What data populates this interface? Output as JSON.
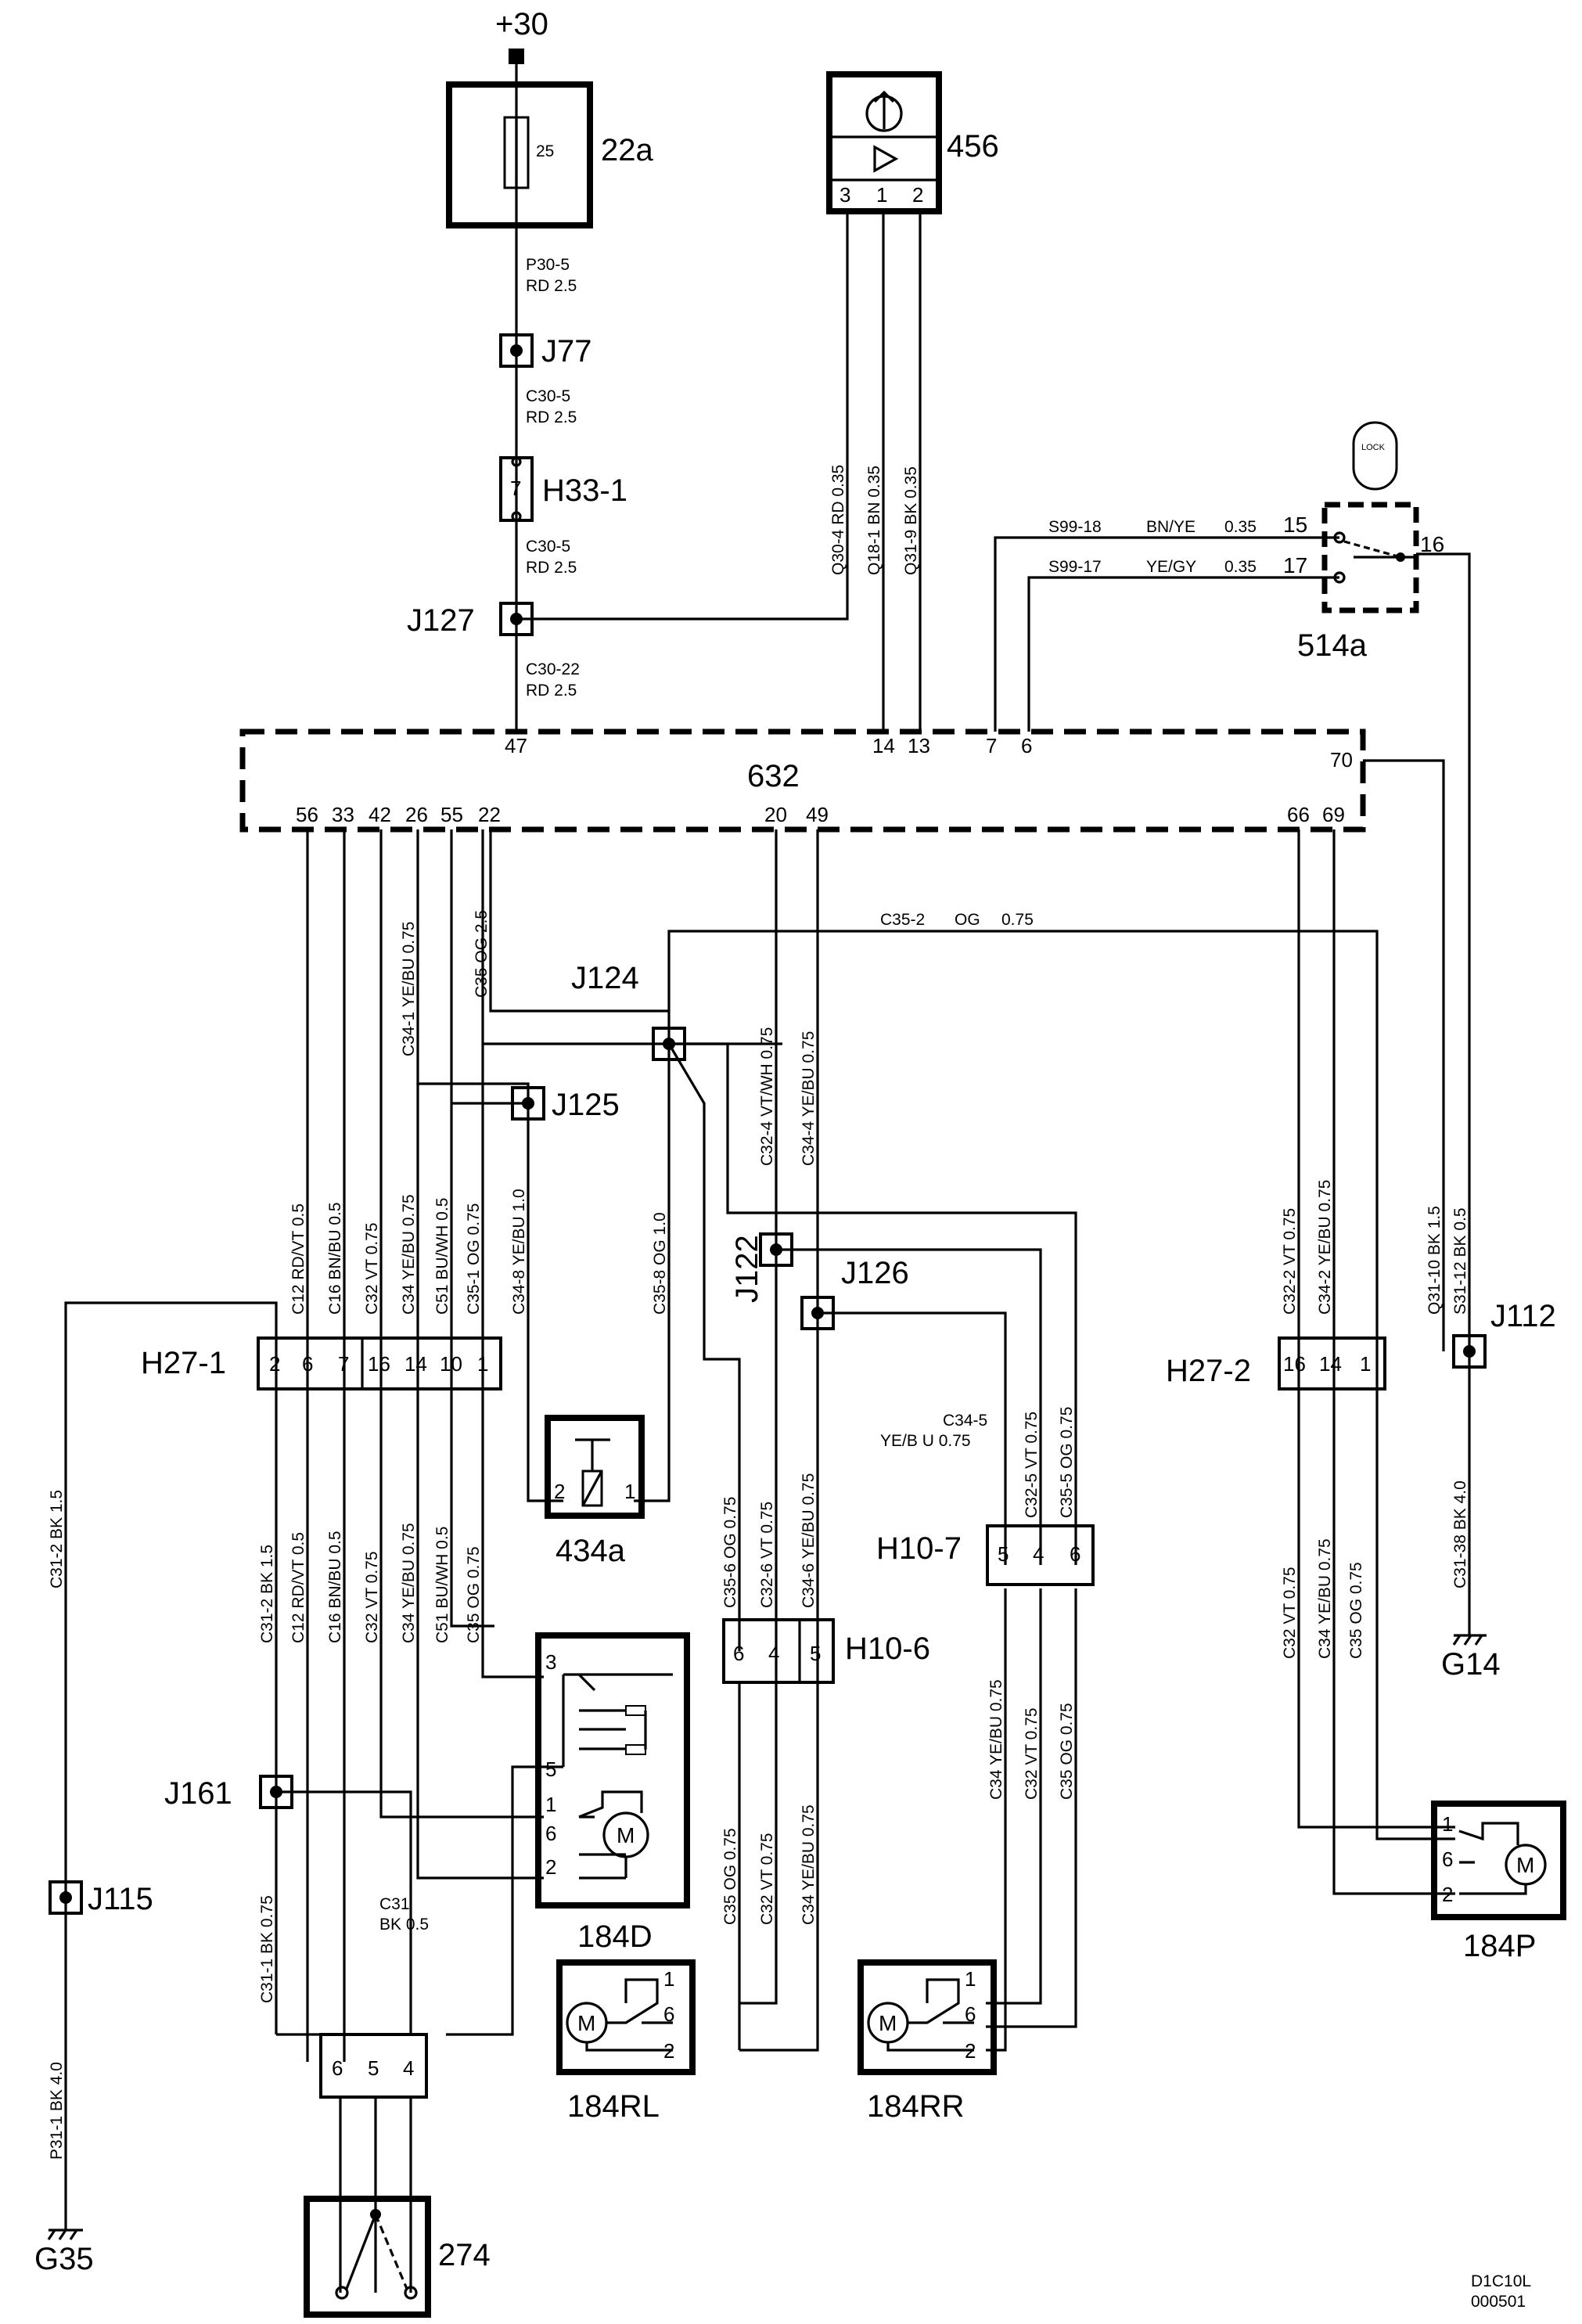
{
  "supply": "+30",
  "fuse": {
    "ref": "22a",
    "rating": "25"
  },
  "rain_sensor": {
    "ref": "456",
    "pins": [
      "3",
      "1",
      "2"
    ]
  },
  "lock_switch": {
    "ref": "514a",
    "icon_text": "LOCK",
    "pins": [
      "15",
      "17",
      "16"
    ]
  },
  "control_module": {
    "ref": "632",
    "top_pins": [
      "47",
      "14",
      "13",
      "7",
      "6",
      "70"
    ],
    "bottom_pins": [
      "56",
      "33",
      "42",
      "26",
      "55",
      "22",
      "20",
      "49",
      "66",
      "69"
    ]
  },
  "junctions": [
    "J77",
    "J127",
    "J124",
    "J125",
    "J122",
    "J126",
    "J112",
    "J161",
    "J115"
  ],
  "connectors": {
    "H33-1": [
      "7"
    ],
    "H27-1": [
      "2",
      "6",
      "7",
      "16",
      "14",
      "10",
      "1"
    ],
    "H27-2": [
      "16",
      "14",
      "1"
    ],
    "H10-7": [
      "5",
      "4",
      "6"
    ],
    "H10-6": [
      "6",
      "4",
      "5"
    ],
    "C274": [
      "6",
      "5",
      "4"
    ]
  },
  "components": {
    "c434a": {
      "ref": "434a",
      "pins": [
        "2",
        "1"
      ]
    },
    "c184D": {
      "ref": "184D",
      "pins": [
        "3",
        "5",
        "1",
        "6",
        "2"
      ],
      "motor": "M"
    },
    "c184P": {
      "ref": "184P",
      "pins": [
        "1",
        "6",
        "2"
      ],
      "motor": "M"
    },
    "c184RL": {
      "ref": "184RL",
      "pins": [
        "1",
        "6",
        "2"
      ],
      "motor": "M"
    },
    "c184RR": {
      "ref": "184RR",
      "pins": [
        "1",
        "6",
        "2"
      ],
      "motor": "M"
    },
    "c274": {
      "ref": "274"
    }
  },
  "grounds": [
    "G35",
    "G14"
  ],
  "wire_labels": {
    "p30_5": [
      "P30-5",
      "RD   2.5"
    ],
    "c30_5a": [
      "C30-5",
      "RD   2.5"
    ],
    "c30_5b": [
      "C30-5",
      "RD   2.5"
    ],
    "c30_22": [
      "C30-22",
      "RD   2.5"
    ],
    "q30_4": "Q30-4   RD   0.35",
    "q18_1": "Q18-1   BN   0.35",
    "q31_9": "Q31-9   BK   0.35",
    "s99_18": [
      "S99-18",
      "BN/YE",
      "0.35"
    ],
    "s99_17": [
      "S99-17",
      "YE/GY",
      "0.35"
    ],
    "c35_2": [
      "C35-2",
      "OG",
      "0.75"
    ],
    "c35_og25": "C35   OG   2.5",
    "c34_1": "C34-1   YE/BU   0.75",
    "c12_a": "C12   RD/VT   0.5",
    "c16_a": "C16   BN/BU   0.5",
    "c32_a": "C32   VT   0.75",
    "c34_a": "C34   YE/BU   0.75",
    "c51_a": "C51   BU/WH   0.5",
    "c35_1": "C35-1   OG   0.75",
    "c34_8": "C34-8   YE/BU   1.0",
    "c35_8": "C35-8   OG   1.0",
    "c32_4": "C32-4   VT/WH   0.75",
    "c34_4": "C34-4   YE/BU   0.75",
    "c35_6": "C35-6   OG   0.75",
    "c32_6": "C32-6   VT   0.75",
    "c34_6": "C34-6   YE/BU   0.75",
    "c34_5": [
      "C34-5",
      "YE/B U   0.75"
    ],
    "c32_5": "C32-5   VT   0.75",
    "c35_5": "C35-5   OG   0.75",
    "c32_2": "C32-2   VT   0.75",
    "c34_2": "C34-2   YE/BU   0.75",
    "q31_10": "Q31-10   BK   1.5",
    "s31_12": "S31-12   BK   0.5",
    "c31_38": "C31-38   BK   4.0",
    "c31_2a": "C31-2   BK   1.5",
    "c31_2b": "C31-2   BK   1.5",
    "c12_b": "C12   RD/VT   0.5",
    "c16_b": "C16   BN/BU   0.5",
    "c32_b": "C32   VT   0.75",
    "c34_b": "C34   YE/BU   0.75",
    "c51_b": "C51   BU/WH   0.5",
    "c35_b": "C35   OG   0.75",
    "c35_c": "C35   OG   0.75",
    "c32_c": "C32   VT   0.75",
    "c34_c": "C34   YE/BU   0.75",
    "c34_d": "C34   YE/BU   0.75",
    "c32_d": "C32   VT   0.75",
    "c35_d": "C35   OG   0.75",
    "c32_e": "C32   VT   0.75",
    "c34_e": "C34   YE/BU   0.75",
    "c35_e": "C35   OG   0.75",
    "c31_lbl": [
      "C31",
      "BK   0.5"
    ],
    "c31_1": "C31-1   BK   0.75",
    "p31_1": "P31-1   BK   4.0"
  },
  "footer": [
    "D1C10L",
    "000501"
  ]
}
